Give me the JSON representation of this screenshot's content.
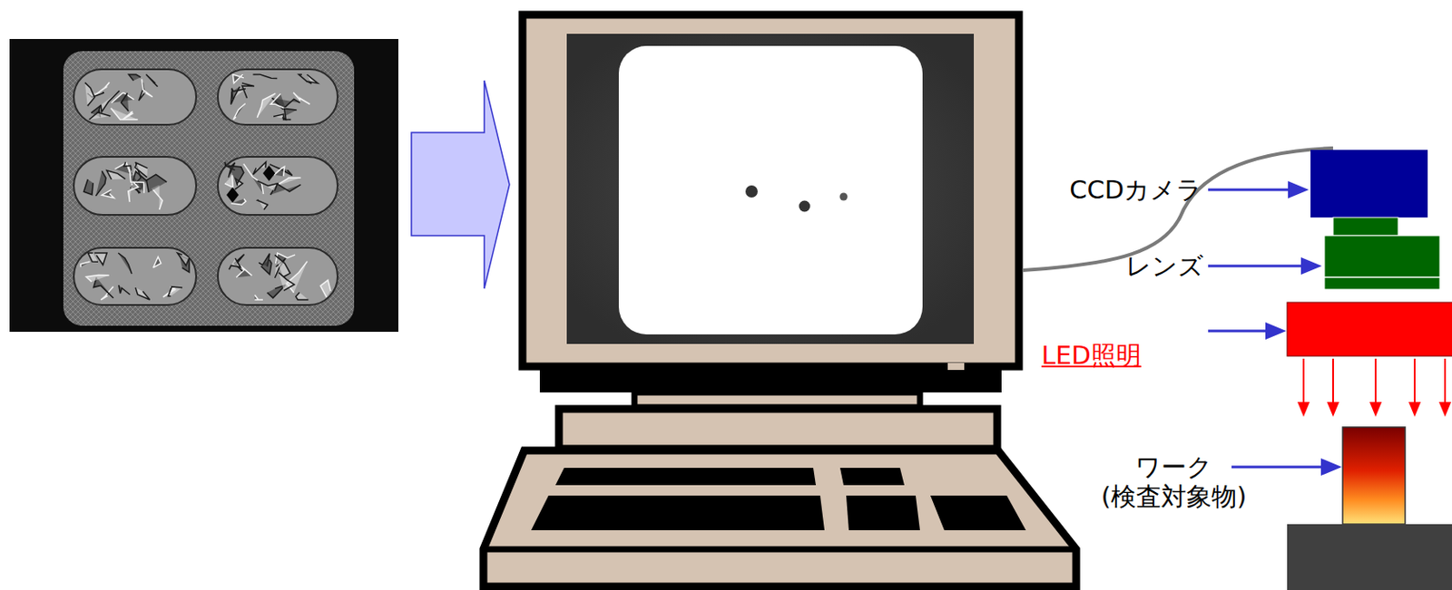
{
  "diagram": {
    "labels": [
      "CCDカメラ",
      "レンズ",
      "LED照明",
      "ワーク (検査対象物)"
    ]
  }
}
